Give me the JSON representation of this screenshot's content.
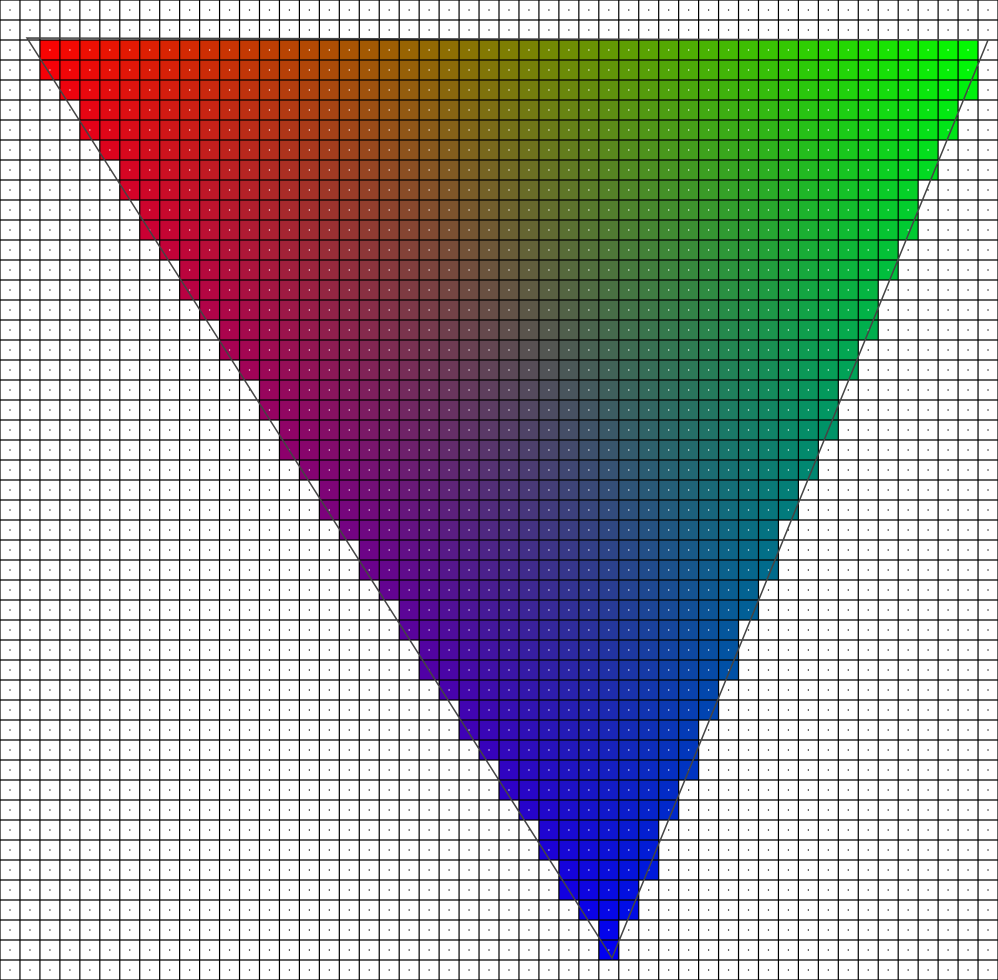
{
  "figure": {
    "kind": "rasterized-triangle",
    "grid": {
      "columns": 50,
      "rows": 49,
      "show_pixel_centers": true
    },
    "triangle": {
      "vertices": [
        {
          "name": "top-left",
          "color": "#ff0000"
        },
        {
          "name": "top-right",
          "color": "#00ff00"
        },
        {
          "name": "bottom",
          "color": "#0000ff"
        }
      ],
      "outline_color": "#444444",
      "fill": "barycentric-interpolated"
    },
    "colors": {
      "background": "#ffffff",
      "grid_line": "#000000",
      "center_dot": "#000000",
      "center_dot_inside": "#ffffff"
    }
  }
}
